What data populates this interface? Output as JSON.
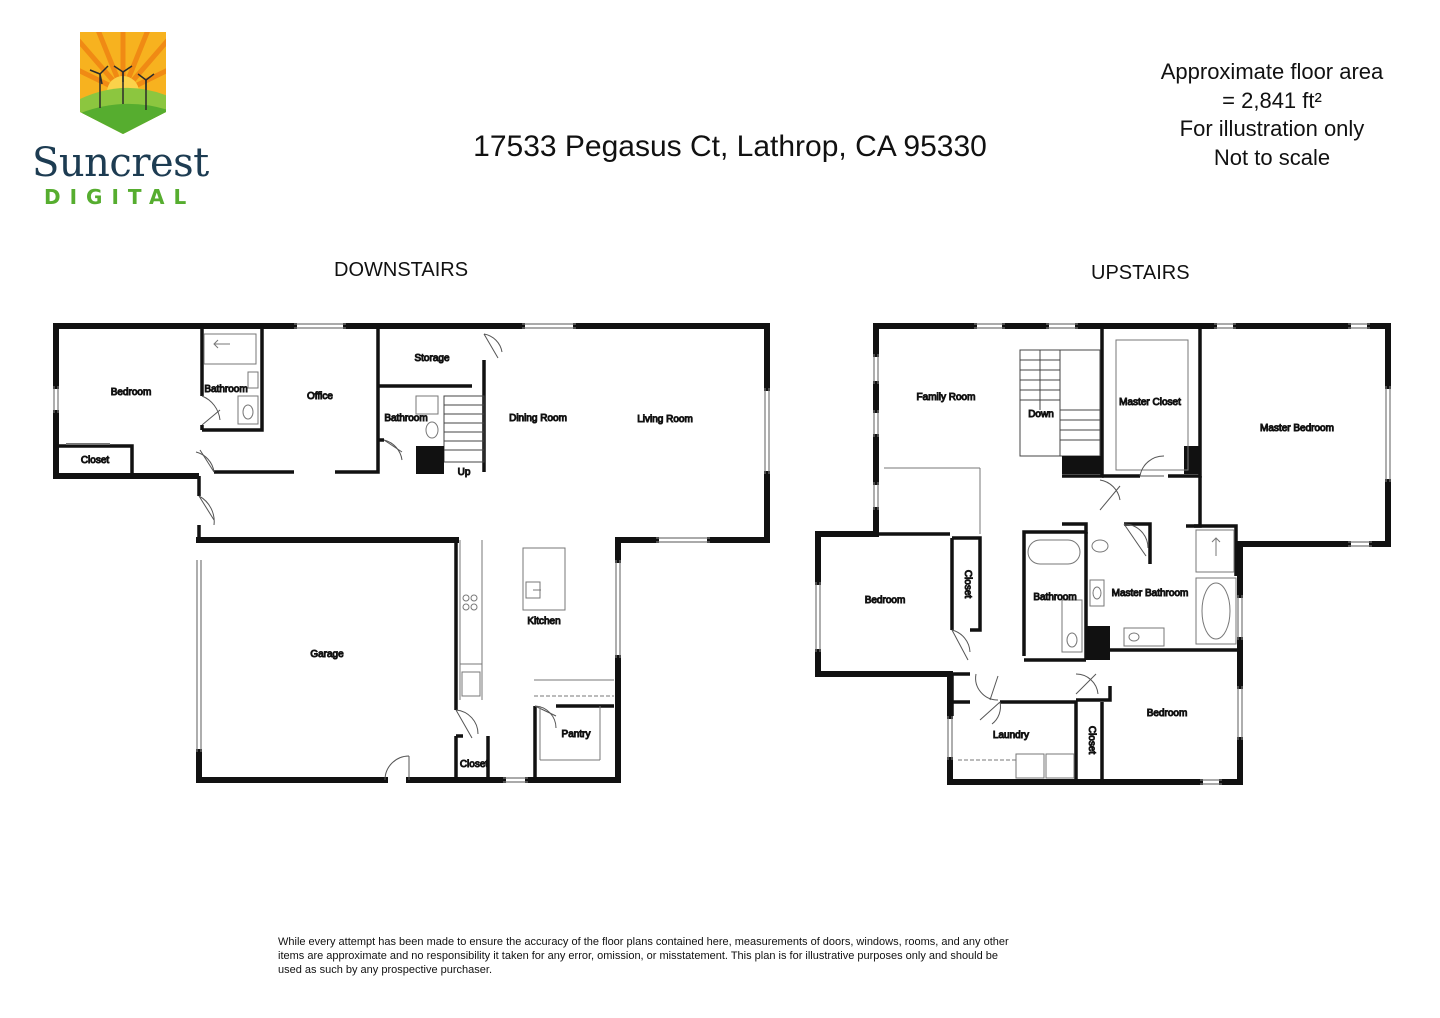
{
  "brand": {
    "name": "Suncrest",
    "sub": "DIGITAL",
    "logo_icon": "sunrise-windmill-logo",
    "colors": {
      "sun": "#f5a623",
      "green": "#56ad2f",
      "navy": "#1d3c52"
    }
  },
  "header": {
    "address": "17533 Pegasus Ct, Lathrop, CA 95330"
  },
  "area_note": {
    "line1": "Approximate floor area",
    "line2": "= 2,841 ft²",
    "line3": "For illustration only",
    "line4": "Not to scale"
  },
  "downstairs": {
    "title": "DOWNSTAIRS",
    "rooms": {
      "bedroom": "Bedroom",
      "bathroom1": "Bathroom",
      "office": "Office",
      "storage": "Storage",
      "bathroom2": "Bathroom",
      "dining": "Dining Room",
      "living": "Living Room",
      "closet1": "Closet",
      "up": "Up",
      "garage": "Garage",
      "kitchen": "Kitchen",
      "pantry": "Pantry",
      "closet2": "Closet"
    }
  },
  "upstairs": {
    "title": "UPSTAIRS",
    "rooms": {
      "family": "Family Room",
      "down": "Down",
      "master_closet": "Master Closet",
      "master_bedroom": "Master Bedroom",
      "bedroom1": "Bedroom",
      "closet1": "Closet",
      "bathroom": "Bathroom",
      "master_bathroom": "Master Bathroom",
      "laundry": "Laundry",
      "closet2": "Closet",
      "bedroom2": "Bedroom"
    }
  },
  "disclaimer": "While every attempt has been made to ensure the accuracy of the floor plans contained here, measurements of doors, windows, rooms, and any other items are approximate and no responsibility it taken for any error, omission, or misstatement. This plan is for illustrative purposes only and should be used as such by any prospective purchaser."
}
